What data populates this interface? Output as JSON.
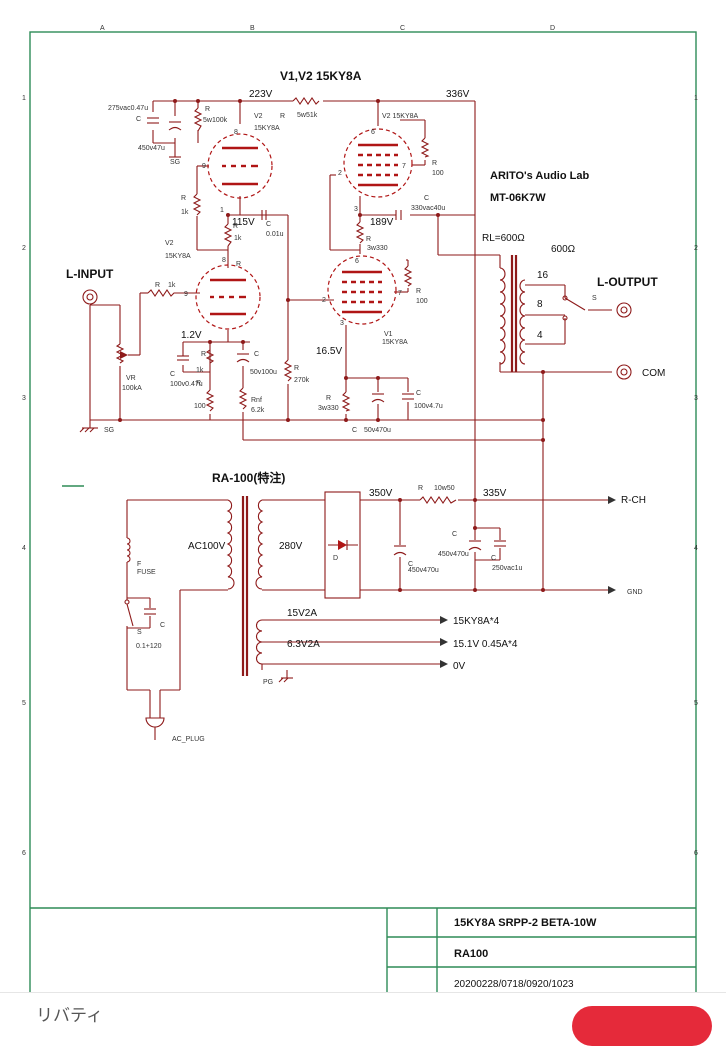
{
  "grid": {
    "cols": [
      "A",
      "B",
      "C",
      "D"
    ],
    "rows": [
      "1",
      "2",
      "3",
      "4",
      "5",
      "6"
    ]
  },
  "labels": {
    "tube_title": "V1,V2 15KY8A",
    "v_223": "223V",
    "v_336": "336V",
    "v_115": "115V",
    "v_189": "189V",
    "v_1_2": "1.2V",
    "v_16_5": "16.5V",
    "r_5w51k": "5w51k",
    "r_top_label": "R",
    "c_275vac": "275vac0.47u",
    "c_450v47u": "450v47u",
    "r_5w100k": "5w100k",
    "sg": "SG",
    "v2_top": "V2",
    "tube_name": "15KY8A",
    "v2_right": "V2 15KY8A",
    "r100": "100",
    "c_330vac40u": "330vac40u",
    "r_1k": "1k",
    "r_3w330": "3w330",
    "c_001u": "0.01u",
    "c_letter": "C",
    "r_letter": "R",
    "v2_label": "V2",
    "v1_label": "V1",
    "l_input": "L-INPUT",
    "r_in_1k": "1k",
    "vr": "VR",
    "vr_val": "100kA",
    "c_100v047u": "100v0.47u",
    "c_50v100u": "50v100u",
    "r_270k": "270k",
    "rnf": "Rnf",
    "rnf_val": "6.2k",
    "c_100v47u": "100v4.7u",
    "c_50v470u": "50v470u",
    "pin_9": "9",
    "pin_8": "8",
    "pin_7": "7",
    "pin_6": "6",
    "pin_3": "3",
    "pin_2": "2",
    "pin_1": "1",
    "lab": "ARITO's Audio Lab",
    "model": "MT-06K7W",
    "rl": "RL=600Ω",
    "ohm600": "600Ω",
    "tap16": "16",
    "tap8": "8",
    "tap4": "4",
    "sw_s": "S",
    "l_output": "L-OUTPUT",
    "com": "COM",
    "ra100": "RA-100(特注)",
    "v350": "350V",
    "r_10w50": "10w50",
    "v335": "335V",
    "rch": "R-CH",
    "ac100v": "AC100V",
    "v280": "280V",
    "diode": "D",
    "c_450v470u_a": "450v470u",
    "c_450v470u_b": "450v470u",
    "c_250vac1u": "250vac1u",
    "fuse_f": "F",
    "fuse": "FUSE",
    "gnd": "GND",
    "sw_c_val": "0.1+120",
    "v15_2a": "15V2A",
    "v63_2a": "6.3V2A",
    "ky_heater": "15KY8A*4",
    "heater_spec": "15.1V  0.45A*4",
    "v0": "0V",
    "pg": "PG",
    "ac_plug": "AC_PLUG"
  },
  "title_block": {
    "title": "15KY8A SRPP-2 BETA-10W",
    "name": "RA100",
    "dates": "20200228/0718/0920/1023"
  },
  "bottom_bar": {
    "text": "リバティ"
  },
  "colors": {
    "wire": "#8e1a1a",
    "element": "#b01515",
    "frame": "#2e8b57",
    "arrow": "#333333"
  }
}
